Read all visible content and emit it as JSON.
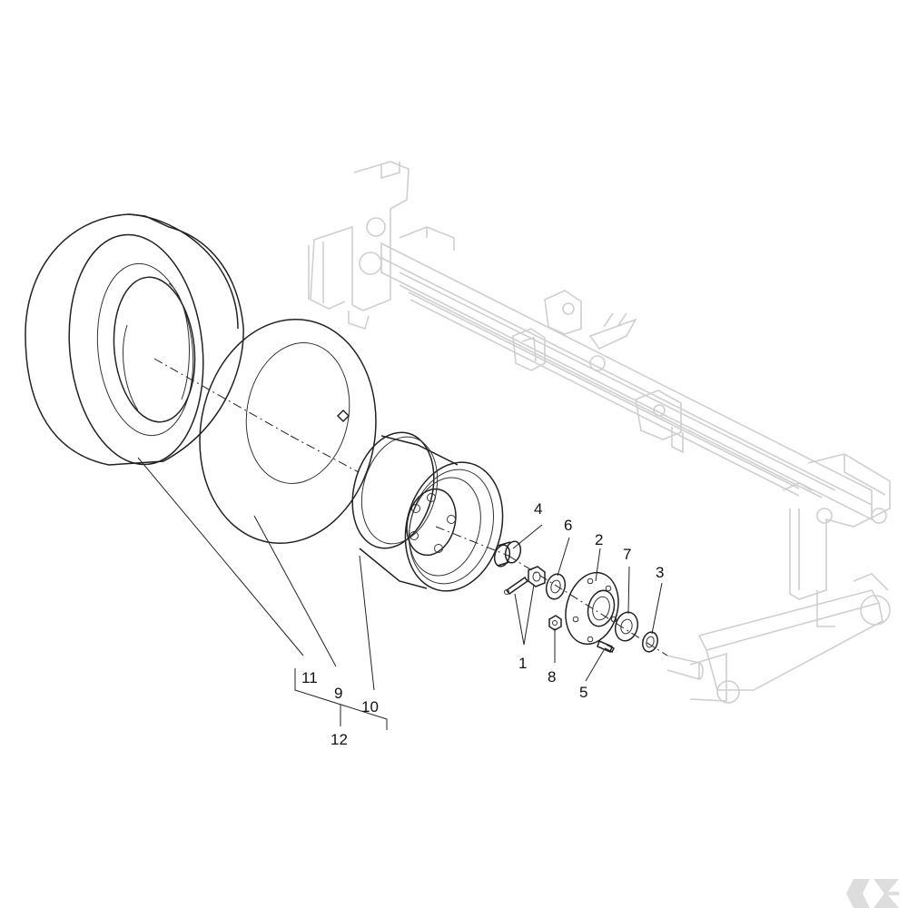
{
  "callouts": {
    "c1": "1",
    "c2": "2",
    "c3": "3",
    "c4": "4",
    "c5": "5",
    "c6": "6",
    "c7": "7",
    "c8": "8",
    "c9": "9",
    "c10": "10",
    "c11": "11",
    "c12": "12"
  },
  "watermark": "K",
  "colors": {
    "line": "#222222",
    "background_frame": "#cfcfcf",
    "logo": "#dddddd"
  }
}
